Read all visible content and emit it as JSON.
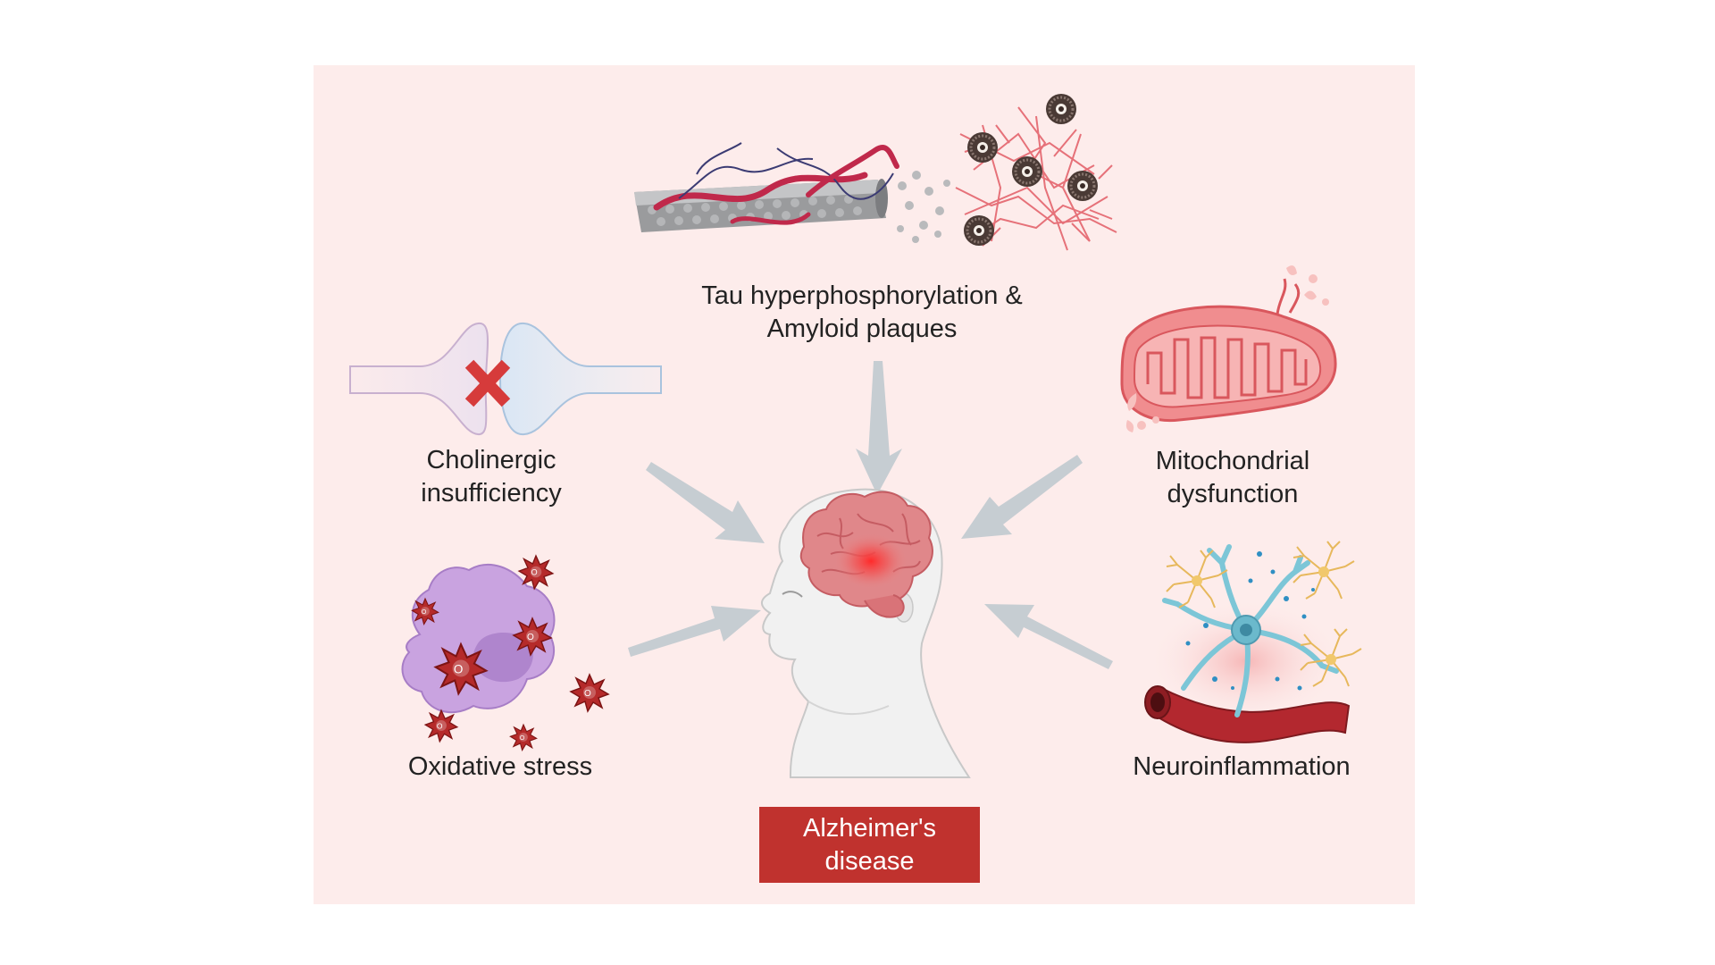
{
  "diagram": {
    "center": {
      "line1": "Alzheimer's",
      "line2": "disease",
      "color": "#c0322e"
    },
    "factors": {
      "tau": {
        "line1": "Tau hyperphosphorylation &",
        "line2": "Amyloid plaques",
        "icon": "microtubule-amyloid-plaque-icon"
      },
      "cholinergic": {
        "line1": "Cholinergic",
        "line2": "insufficiency",
        "icon": "blocked-synapse-icon"
      },
      "mitochondrial": {
        "line1": "Mitochondrial",
        "line2": "dysfunction",
        "icon": "damaged-mitochondrion-icon"
      },
      "oxidative": {
        "line1": "Oxidative stress",
        "icon": "cell-with-superoxide-radicals-icon"
      },
      "neuroinflammation": {
        "line1": "Neuroinflammation",
        "icon": "glia-and-blood-vessel-icon"
      }
    },
    "radical_symbol": "O2",
    "colors": {
      "panel": "#fdeceb",
      "arrow": "#c6cdd2",
      "accent_red": "#d63b3b"
    }
  }
}
